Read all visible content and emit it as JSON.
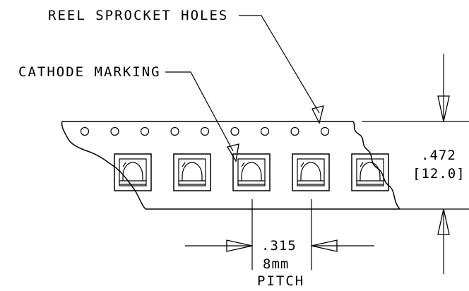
{
  "labels": {
    "sprocket_holes": "REEL SPROCKET HOLES",
    "cathode_marking": "CATHODE MARKING"
  },
  "dimensions": {
    "width_inch": ".472",
    "width_mm": "[12.0]",
    "pitch_inch": ".315",
    "pitch_mm": "8mm",
    "pitch_label": "PITCH"
  },
  "tape": {
    "sprocket_hole_count": 9,
    "pocket_count": 5
  }
}
